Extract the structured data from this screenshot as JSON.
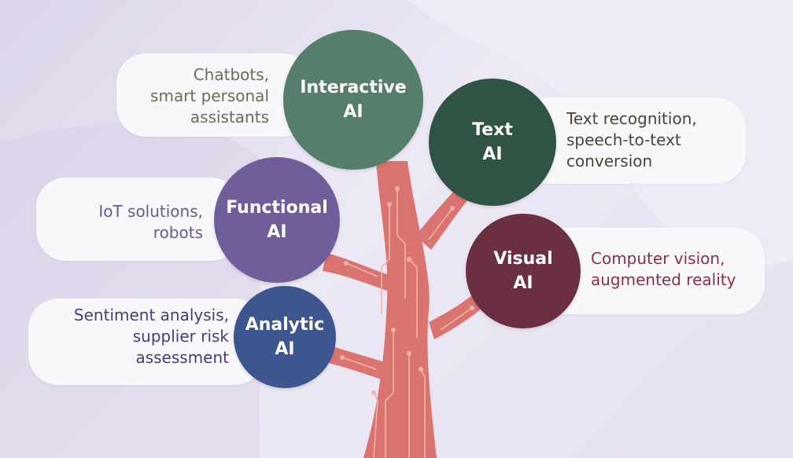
{
  "colors": {
    "trunk": "#d97470",
    "circuit": "#f2b2ab",
    "pill": "#f8f7fa"
  },
  "nodes": {
    "interactive": {
      "title": [
        "Interactive",
        "AI"
      ],
      "desc": [
        "Chatbots,",
        "smart personal",
        "assistants"
      ],
      "circle_color": "#567f6b",
      "text_color": "#6b6b56"
    },
    "text": {
      "title": [
        "Text",
        "AI"
      ],
      "desc": [
        "Text recognition,",
        "speech-to-text",
        "conversion"
      ],
      "circle_color": "#2f5443",
      "text_color": "#4a4436"
    },
    "functional": {
      "title": [
        "Functional",
        "AI"
      ],
      "desc": [
        "IoT solutions,",
        "robots"
      ],
      "circle_color": "#6f5e99",
      "text_color": "#6a5a8e"
    },
    "visual": {
      "title": [
        "Visual",
        "AI"
      ],
      "desc": [
        "Computer vision,",
        "augmented reality"
      ],
      "circle_color": "#6b2f42",
      "text_color": "#8a3040"
    },
    "analytic": {
      "title": [
        "Analytic",
        "AI"
      ],
      "desc": [
        "Sentiment analysis,",
        "supplier risk",
        "assessment"
      ],
      "circle_color": "#3e5690",
      "text_color": "#4a3a78"
    }
  }
}
